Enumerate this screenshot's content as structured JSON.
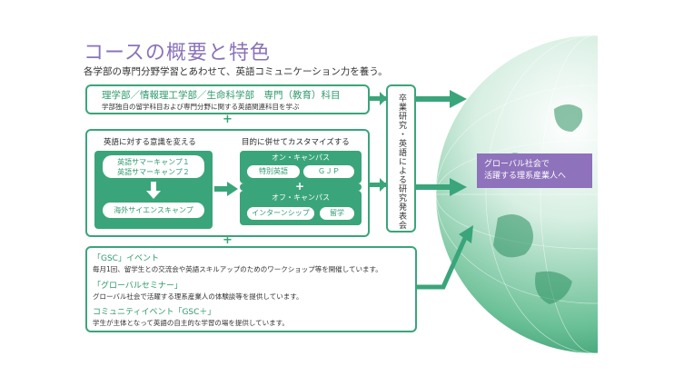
{
  "header": {
    "title": "コースの概要と特色",
    "subtitle": "各学部の専門分野学習とあわせて、英語コミュニケーション力を養う。"
  },
  "top_box": {
    "title": "理学部／情報理工学部／生命科学部　専門（教育）科目",
    "desc": "学部独自の留学科目および専門分野に関する英語関連科目を学ぶ"
  },
  "plus_sign": "+",
  "middle_box": {
    "left_heading": "英語に対する意識を変える",
    "camp_lines": [
      "英語サマーキャンプ１",
      "英語サマーキャンプ２"
    ],
    "camp_bottom": "海外サイエンスキャンプ",
    "right_heading": "目的に併せてカスタマイズする",
    "on_campus": "オン・キャンパス",
    "on_items": [
      "特別英語",
      "ＧＪＰ"
    ],
    "off_campus": "オフ・キャンパス",
    "off_items": [
      "インターンシップ",
      "留学"
    ]
  },
  "bottom_box": {
    "items": [
      {
        "title": "「GSC」イベント",
        "desc": "毎月1回、留学生との交流会や英語スキルアップのためのワークショップ等を開催しています。"
      },
      {
        "title": "「グローバルセミナー」",
        "desc": "グローバル社会で活躍する理系産業人の体験談等を提供しています。"
      },
      {
        "title": "コミュニティイベント「GSC＋」",
        "desc": "学生が主体となって英語の自主的な学習の場を提供しています。"
      }
    ]
  },
  "vertical_label": "卒業研究・英語による研究発表会",
  "goal": {
    "lines": [
      "グローバル社会で",
      "活躍する理系産業人へ"
    ]
  },
  "colors": {
    "accent_green": "#3aa57a",
    "title_purple": "#8b73b8",
    "goal_purple": "#8e72bb"
  }
}
